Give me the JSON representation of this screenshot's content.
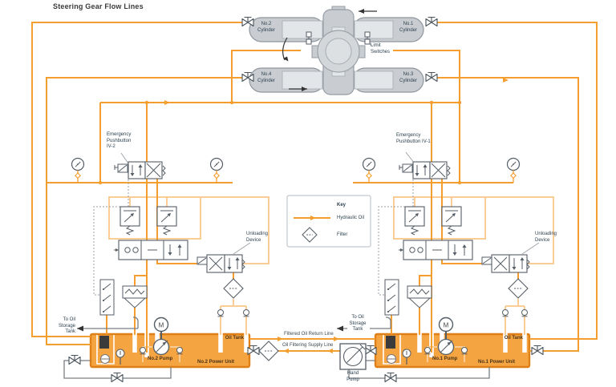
{
  "title": "Steering Gear Flow Lines",
  "colors": {
    "hydraulic_oil": "#F49E2F",
    "hydraulic_oil_light": "#FACD96",
    "tank_fill": "#F5A442",
    "tank_border": "#DE7F17",
    "metal": "#C9CDD1",
    "metal_border": "#8E969D",
    "label_text": "#2E4250",
    "tank_text": "#4A3418"
  },
  "key": {
    "title": "Key",
    "items": [
      {
        "symbol": "hydraulic-oil-line",
        "label": "Hydraulic Oil"
      },
      {
        "symbol": "filter",
        "label": "Filter"
      }
    ]
  },
  "actuator": {
    "limit_switches": "Limit\nSwitches",
    "cylinders": [
      {
        "label": "No.2\nCylinder"
      },
      {
        "label": "No.1\nCylinder"
      },
      {
        "label": "No.4\nCylinder"
      },
      {
        "label": "No.3\nCylinder"
      }
    ]
  },
  "left_system": {
    "emergency_pushbutton": "Emergency\nPushbutton\nIV-2",
    "unloading_device": "Unloading\nDevice",
    "to_storage": "To Oil\nStorage\nTank",
    "oil_tank": "Oil Tank",
    "pump": "No.2 Pump",
    "power_unit": "No.2 Power Unit",
    "motor": "M"
  },
  "right_system": {
    "emergency_pushbutton": "Emergency\nPushbutton IV-1",
    "unloading_device": "Unloading\nDevice",
    "to_storage": "To Oil\nStorage\nTank",
    "oil_tank": "Oil Tank",
    "pump": "No.1 Pump",
    "power_unit": "No.1 Power Unit",
    "motor": "M"
  },
  "center": {
    "return_line": "Filtered Oil Return Line",
    "supply_line": "Oil Filtering Supply Line",
    "hand_pump": "Hand\nPump"
  }
}
